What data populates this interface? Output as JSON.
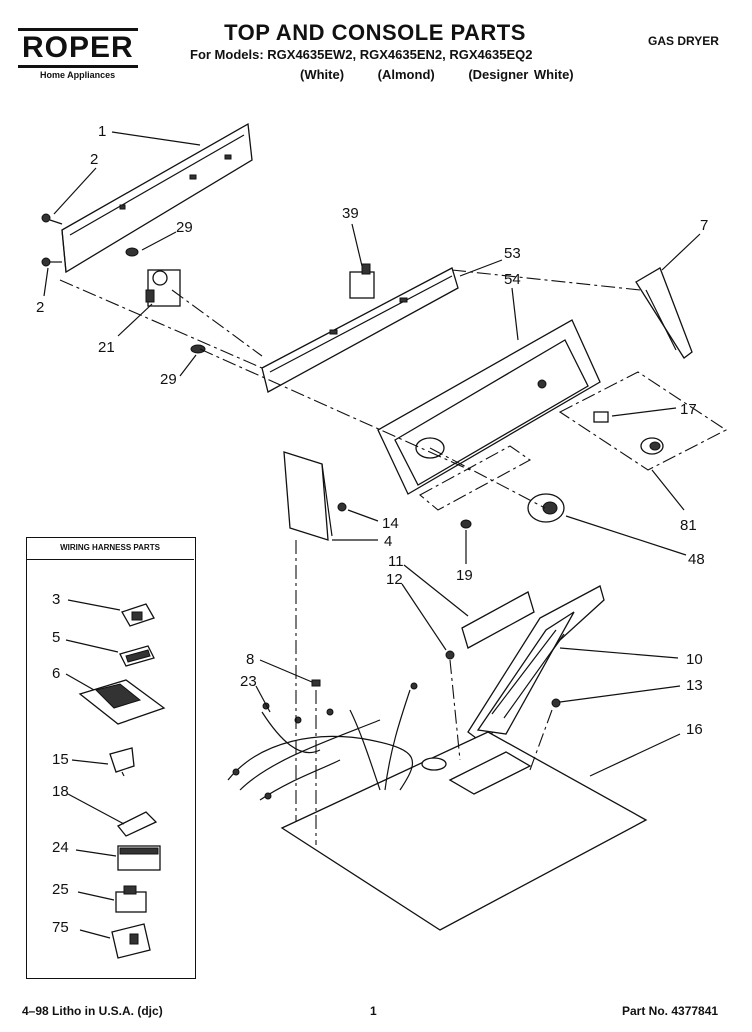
{
  "header": {
    "brand": "ROPER",
    "brand_sub": "Home Appliances",
    "title": "TOP AND CONSOLE PARTS",
    "models": "For Models: RGX4635EW2, RGX4635EN2, RGX4635EQ2",
    "colors": [
      "(White)",
      "(Almond)",
      "(Designer White)"
    ],
    "product_type": "GAS DRYER"
  },
  "harness_box": {
    "title": "WIRING HARNESS PARTS",
    "labels": [
      "3",
      "5",
      "6",
      "15",
      "18",
      "24",
      "25",
      "75"
    ]
  },
  "callouts": [
    "1",
    "2",
    "29",
    "2",
    "21",
    "29",
    "39",
    "53",
    "54",
    "7",
    "17",
    "81",
    "14",
    "4",
    "19",
    "48",
    "11",
    "12",
    "10",
    "13",
    "8",
    "23",
    "16"
  ],
  "footer": {
    "litho": "4–98 Litho in U.S.A. (djc)",
    "page": "1",
    "part_no": "Part No. 4377841"
  }
}
